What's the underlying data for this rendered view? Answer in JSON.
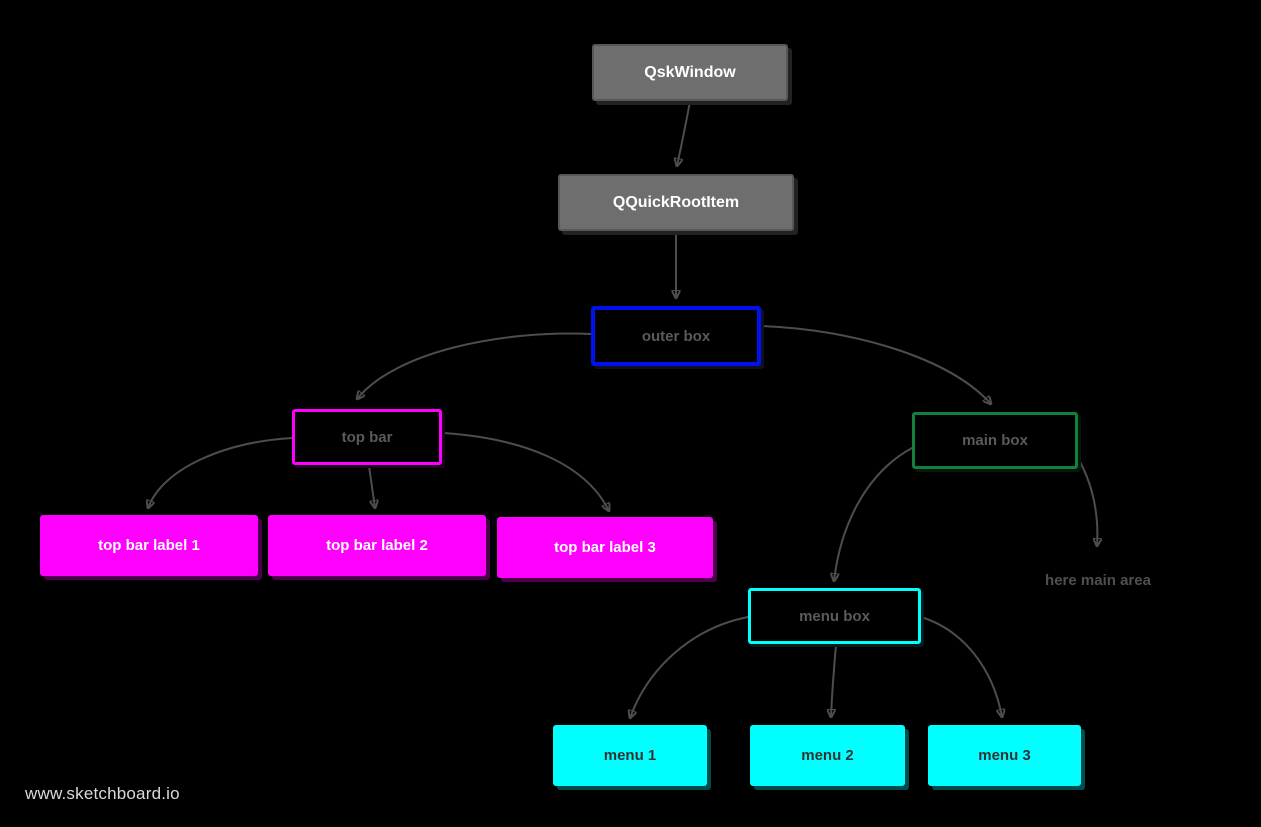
{
  "diagram": {
    "nodes": {
      "qsk_window": {
        "label": "QskWindow",
        "style": "gray-filled"
      },
      "qquick_root_item": {
        "label": "QQuickRootItem",
        "style": "gray-filled"
      },
      "outer_box": {
        "label": "outer box",
        "style": "blue-outline"
      },
      "top_bar": {
        "label": "top bar",
        "style": "magenta-outline"
      },
      "main_box": {
        "label": "main box",
        "style": "green-outline"
      },
      "top_bar_label_1": {
        "label": "top bar label 1",
        "style": "magenta-filled"
      },
      "top_bar_label_2": {
        "label": "top bar label 2",
        "style": "magenta-filled"
      },
      "top_bar_label_3": {
        "label": "top bar label 3",
        "style": "magenta-filled"
      },
      "menu_box": {
        "label": "menu box",
        "style": "cyan-outline"
      },
      "menu_1": {
        "label": "menu 1",
        "style": "cyan-filled"
      },
      "menu_2": {
        "label": "menu 2",
        "style": "cyan-filled"
      },
      "menu_3": {
        "label": "menu 3",
        "style": "cyan-filled"
      },
      "here_main_area": {
        "label": "here main area",
        "style": "free-text"
      }
    },
    "edges": [
      {
        "from": "qsk_window",
        "to": "qquick_root_item"
      },
      {
        "from": "qquick_root_item",
        "to": "outer_box"
      },
      {
        "from": "outer_box",
        "to": "top_bar"
      },
      {
        "from": "outer_box",
        "to": "main_box"
      },
      {
        "from": "top_bar",
        "to": "top_bar_label_1"
      },
      {
        "from": "top_bar",
        "to": "top_bar_label_2"
      },
      {
        "from": "top_bar",
        "to": "top_bar_label_3"
      },
      {
        "from": "main_box",
        "to": "menu_box"
      },
      {
        "from": "main_box",
        "to": "here_main_area"
      },
      {
        "from": "menu_box",
        "to": "menu_1"
      },
      {
        "from": "menu_box",
        "to": "menu_2"
      },
      {
        "from": "menu_box",
        "to": "menu_3"
      }
    ],
    "colors": {
      "background": "#000000",
      "gray_fill": "#6e6e6e",
      "blue_border": "#0010ee",
      "magenta": "#ff00ff",
      "green_border": "#11803c",
      "cyan": "#00ffff",
      "arrow": "#4d4d4d",
      "outline_label_text": "#5a5a5a",
      "white_text": "#ffffff"
    }
  },
  "watermark": {
    "text": "www.sketchboard.io"
  }
}
